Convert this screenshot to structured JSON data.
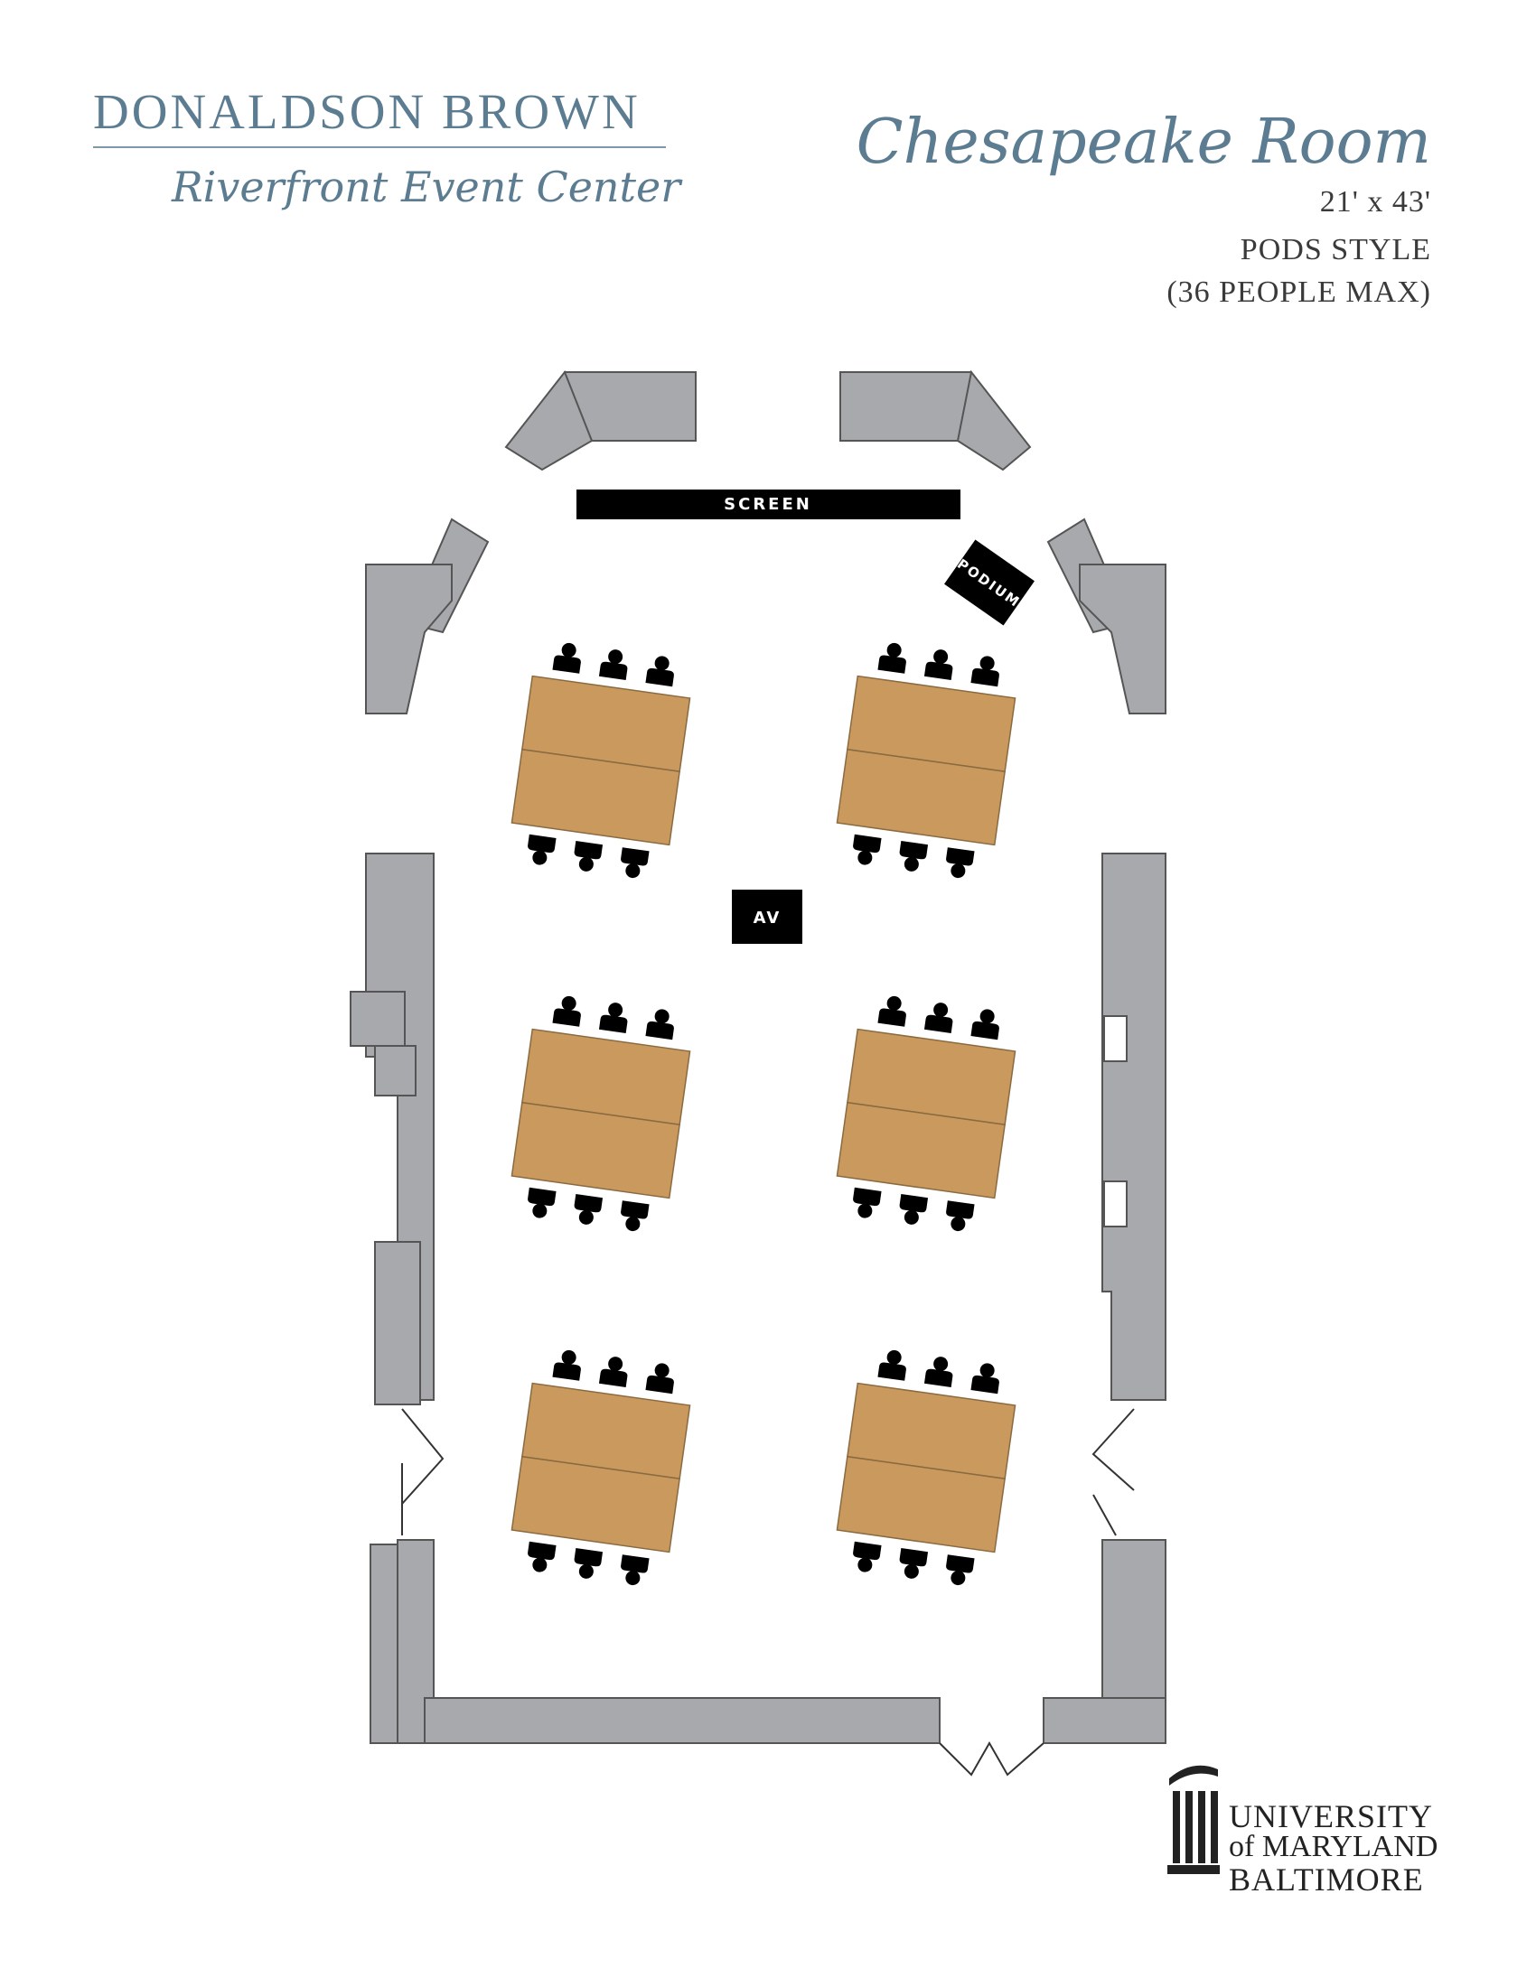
{
  "header": {
    "org_name": "DONALDSON BROWN",
    "org_subtitle": "Riverfront Event Center",
    "room_name": "Chesapeake Room",
    "room_size": "21' x 43'",
    "layout_style": "PODS STYLE",
    "capacity": "(36 PEOPLE MAX)"
  },
  "floorplan": {
    "screen_label": "SCREEN",
    "podium_label": "PODIUM",
    "av_label": "AV",
    "pods": [
      {
        "column": "left",
        "row": 1,
        "chairs": 6
      },
      {
        "column": "right",
        "row": 1,
        "chairs": 6
      },
      {
        "column": "left",
        "row": 2,
        "chairs": 6
      },
      {
        "column": "right",
        "row": 2,
        "chairs": 6
      },
      {
        "column": "left",
        "row": 3,
        "chairs": 6
      },
      {
        "column": "right",
        "row": 3,
        "chairs": 6
      }
    ],
    "colors": {
      "wall": "#a7a9ac",
      "table": "#c9995e",
      "fixture": "#000000"
    }
  },
  "footer": {
    "logo_line1": "UNIVERSITY",
    "logo_line2": "of MARYLAND",
    "logo_line3": "BALTIMORE"
  }
}
